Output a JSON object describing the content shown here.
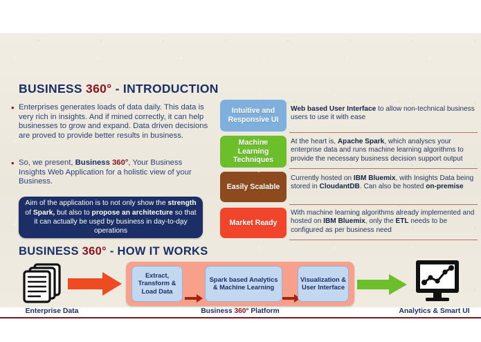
{
  "slide": {
    "intro_title": {
      "word1": "BUSINESS",
      "word2": "360°",
      "word3": "- INTRODUCTION"
    },
    "how_title": {
      "word1": "BUSINESS",
      "word2": "360°",
      "word3": "- HOW IT WORKS"
    },
    "bullets": [
      "Enterprises generates loads of data daily. This data is very rich in insights. And if mined correctly, it can help businesses to grow and expand. Data driven decisions are proved to provide better results in business.",
      "So, we present, Business 360°, Your Business Insights Web Application for a holistic view of your Business."
    ],
    "bullet2_parts": {
      "pre": "So, we present, ",
      "bold_navy": "Business ",
      "bold_red": "360°",
      "post": ", Your Business Insights Web Application for a holistic view of your Business."
    },
    "callout": {
      "p1": "Aim of the application is to not only show the ",
      "b1": "strength",
      "p2": " of ",
      "b2": "Spark,",
      "p3": " but also to ",
      "b3": "propose an architecture",
      "p4": " so that it can actually be used by business in day-to-day operations"
    },
    "features": [
      {
        "tag": "Intuitive and Responsive UI",
        "color": "#7fb0dd",
        "desc_bold": "Web based User Interface",
        "desc_rest": " to allow non-technical business users to use it with ease"
      },
      {
        "tag": "Machine Learning Techniques",
        "color": "#6cbe2a",
        "desc_pre": "At the heart is, ",
        "desc_bold": "Apache Spark",
        "desc_rest": ", which analyses your enterprise data and runs machine learning algorithms to provide the necessary business decision support output"
      },
      {
        "tag": "Easily Scalable",
        "color": "#8d4a1e",
        "desc_pre": "Currently hosted on ",
        "desc_bold": "IBM Bluemix",
        "desc_mid": ", with Insights Data being stored in ",
        "desc_bold2": "CloudantDB",
        "desc_mid2": ". Can also be hosted ",
        "desc_bold3": "on-premise"
      },
      {
        "tag": "Market Ready",
        "color": "#f0452a",
        "desc_pre": "With machine learning algorithms already implemented and hosted on ",
        "desc_bold": "IBM Bluemix",
        "desc_mid": ", only the ",
        "desc_bold2": "ETL",
        "desc_mid2": " needs to be configured as per business need"
      }
    ],
    "diagram": {
      "enterprise_label": "Enterprise Data",
      "platform_label_1": "Business ",
      "platform_label_2": "360°",
      "platform_label_3": " Platform",
      "analytics_label": "Analytics & Smart UI",
      "boxes": [
        "Extract, Transform & Load Data",
        "Spark based Analytics & Machine Learning",
        "Visualization & User Interface"
      ],
      "icons": {
        "documents": "documents-stack-icon",
        "monitor": "monitor-chart-icon",
        "arrow_red": "big-arrow-right-red",
        "arrow_green": "big-arrow-right-green"
      }
    },
    "colors": {
      "navy": "#1b2f66",
      "dark_red": "#8a1520",
      "canvas": "#f0ece2",
      "platform": "#f7a18c",
      "process_box": "#c3d8f0",
      "rule": "#7d1520",
      "arrow_red": "#ef4b23",
      "arrow_green": "#6cbe2a"
    }
  }
}
